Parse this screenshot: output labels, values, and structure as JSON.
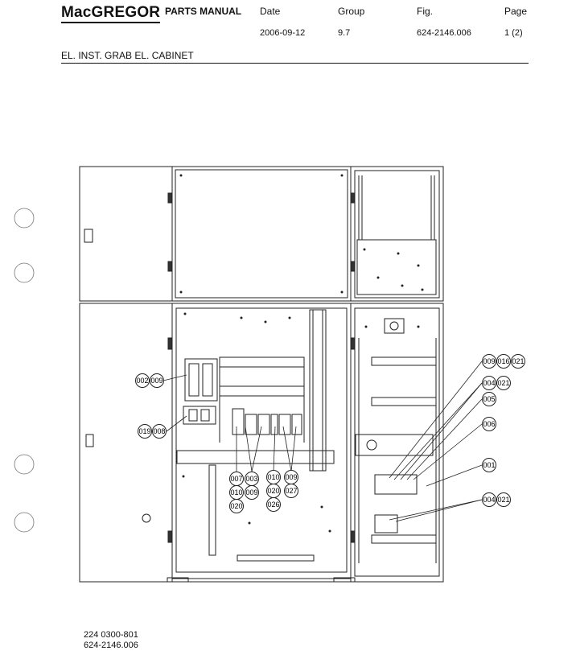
{
  "header": {
    "brand": "MacGREGOR",
    "doc_type": "PARTS MANUAL",
    "date_label": "Date",
    "date_value": "2006-09-12",
    "group_label": "Group",
    "group_value": "9.7",
    "fig_label": "Fig.",
    "fig_value": "624-2146.006",
    "page_label": "Page",
    "page_value": "1 (2)"
  },
  "subtitle": "EL. INST. GRAB EL. CABINET",
  "callouts": {
    "c002": "002",
    "c009a": "009",
    "c019": "019",
    "c008": "008",
    "c007": "007",
    "c003": "003",
    "c010a": "010",
    "c009b": "009",
    "c010b": "010",
    "c009c": "009",
    "c020a": "020",
    "c027": "027",
    "c020b": "020",
    "c026": "026",
    "c009d": "009",
    "c016": "016",
    "c021a": "021",
    "c004a": "004",
    "c021b": "021",
    "c005": "005",
    "c006": "006",
    "c001": "001",
    "c004b": "004",
    "c021c": "021"
  },
  "footer": {
    "line1": "224 0300-801",
    "line2": "624-2146.006"
  }
}
